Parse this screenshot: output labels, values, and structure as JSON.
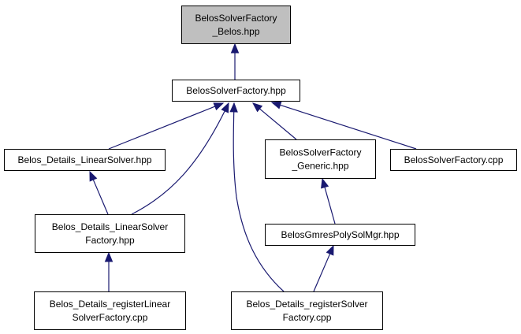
{
  "graph": {
    "nodes": [
      {
        "id": "factory_belos",
        "lines": [
          "BelosSolverFactory",
          "_Belos.hpp"
        ],
        "highlight": true
      },
      {
        "id": "factory_hpp",
        "lines": [
          "BelosSolverFactory.hpp"
        ],
        "highlight": false
      },
      {
        "id": "linear_solver_hpp",
        "lines": [
          "Belos_Details_LinearSolver.hpp"
        ],
        "highlight": false
      },
      {
        "id": "factory_generic",
        "lines": [
          "BelosSolverFactory",
          "_Generic.hpp"
        ],
        "highlight": false
      },
      {
        "id": "factory_cpp",
        "lines": [
          "BelosSolverFactory.cpp"
        ],
        "highlight": false
      },
      {
        "id": "linear_solver_factory_hpp",
        "lines": [
          "Belos_Details_LinearSolver",
          "Factory.hpp"
        ],
        "highlight": false
      },
      {
        "id": "gmres_poly",
        "lines": [
          "BelosGmresPolySolMgr.hpp"
        ],
        "highlight": false
      },
      {
        "id": "register_linear",
        "lines": [
          "Belos_Details_registerLinear",
          "SolverFactory.cpp"
        ],
        "highlight": false
      },
      {
        "id": "register_solver",
        "lines": [
          "Belos_Details_registerSolver",
          "Factory.cpp"
        ],
        "highlight": false
      }
    ],
    "edges": [
      {
        "from": "factory_hpp",
        "to": "factory_belos"
      },
      {
        "from": "linear_solver_hpp",
        "to": "factory_hpp"
      },
      {
        "from": "linear_solver_factory_hpp",
        "to": "factory_hpp"
      },
      {
        "from": "register_solver",
        "to": "factory_hpp"
      },
      {
        "from": "factory_generic",
        "to": "factory_hpp"
      },
      {
        "from": "factory_cpp",
        "to": "factory_hpp"
      },
      {
        "from": "linear_solver_factory_hpp",
        "to": "linear_solver_hpp"
      },
      {
        "from": "gmres_poly",
        "to": "factory_generic"
      },
      {
        "from": "register_linear",
        "to": "linear_solver_factory_hpp"
      },
      {
        "from": "register_solver",
        "to": "gmres_poly"
      }
    ],
    "colors": {
      "edge": "#191970",
      "highlight_fill": "#bfbfbf",
      "box_stroke": "#000000",
      "box_fill": "#ffffff"
    }
  }
}
